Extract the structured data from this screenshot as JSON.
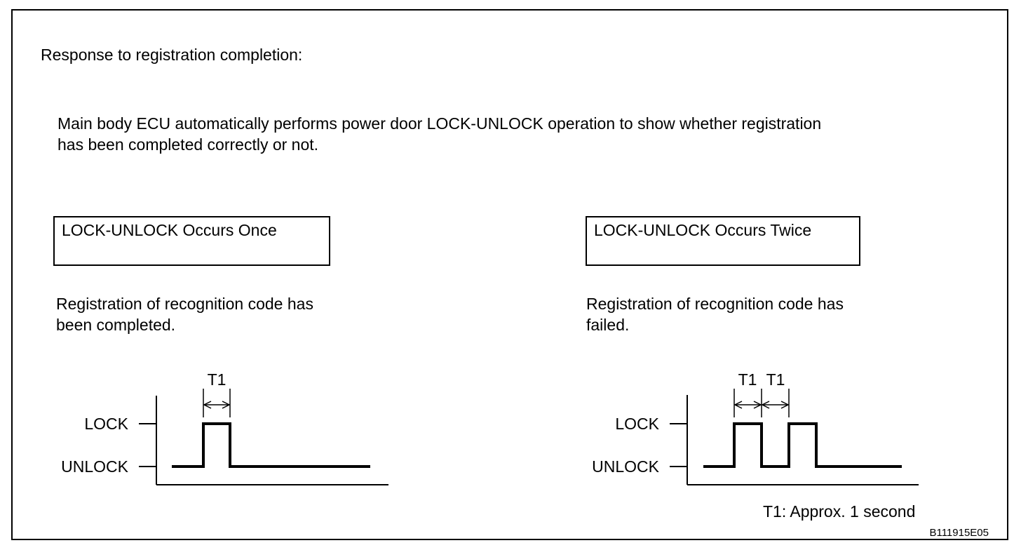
{
  "colors": {
    "background": "#ffffff",
    "line": "#000000",
    "text": "#000000"
  },
  "header": {
    "title": "Response to registration completion:"
  },
  "description_lines": [
    "Main body ECU automatically performs power door LOCK-UNLOCK operation to show whether registration",
    "has been completed correctly or not."
  ],
  "left_panel": {
    "box_label": "LOCK-UNLOCK Occurs Once",
    "result_lines": [
      "Registration of recognition code has",
      "been completed."
    ],
    "diagram": {
      "high_label": "LOCK",
      "low_label": "UNLOCK",
      "interval_labels": [
        "T1"
      ],
      "pulse_count": 1
    }
  },
  "right_panel": {
    "box_label": "LOCK-UNLOCK Occurs Twice",
    "result_lines": [
      "Registration of recognition code has",
      "failed."
    ],
    "diagram": {
      "high_label": "LOCK",
      "low_label": "UNLOCK",
      "interval_labels": [
        "T1",
        "T1"
      ],
      "pulse_count": 2
    }
  },
  "footnote": "T1: Approx. 1 second",
  "figure_id": "B111915E05"
}
